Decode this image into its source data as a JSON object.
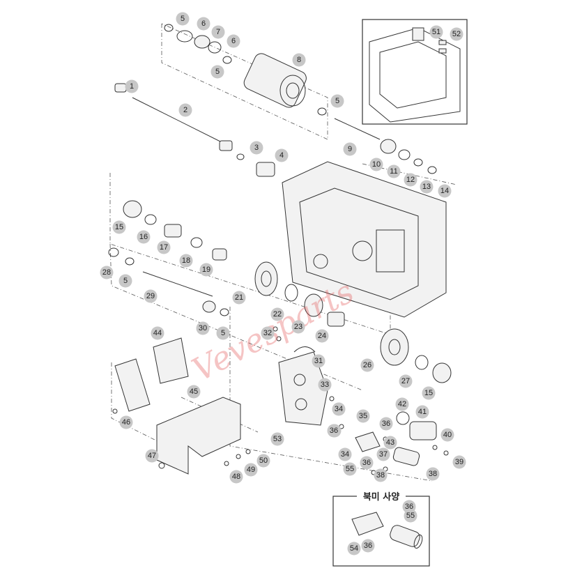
{
  "inset_title": "북미 사양",
  "watermark": "Vevesparts",
  "callouts": [
    "1",
    "2",
    "3",
    "4",
    "5",
    "6",
    "7",
    "8",
    "9",
    "10",
    "11",
    "12",
    "13",
    "14",
    "15",
    "16",
    "17",
    "18",
    "19",
    "21",
    "22",
    "23",
    "24",
    "26",
    "27",
    "28",
    "29",
    "30",
    "31",
    "32",
    "33",
    "34",
    "35",
    "36",
    "37",
    "38",
    "39",
    "40",
    "41",
    "42",
    "43",
    "44",
    "45",
    "46",
    "47",
    "48",
    "49",
    "50",
    "51",
    "52",
    "53",
    "54",
    "55"
  ]
}
